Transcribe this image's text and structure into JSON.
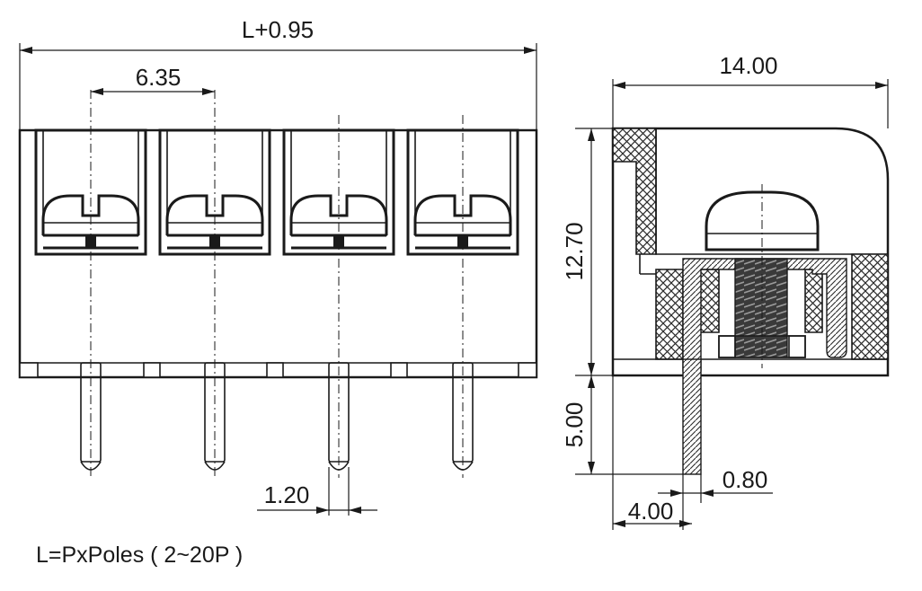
{
  "front_view": {
    "overall_length_label": "L+0.95",
    "pitch_label": "6.35",
    "pin_width_label": "1.20",
    "pole_count_shown": 4
  },
  "side_view": {
    "depth_label": "14.00",
    "body_height_label": "12.70",
    "pin_length_label": "5.00",
    "pin_thickness_label": "0.80",
    "pin_offset_label": "4.00"
  },
  "note": "L=PxPoles ( 2~20P )"
}
